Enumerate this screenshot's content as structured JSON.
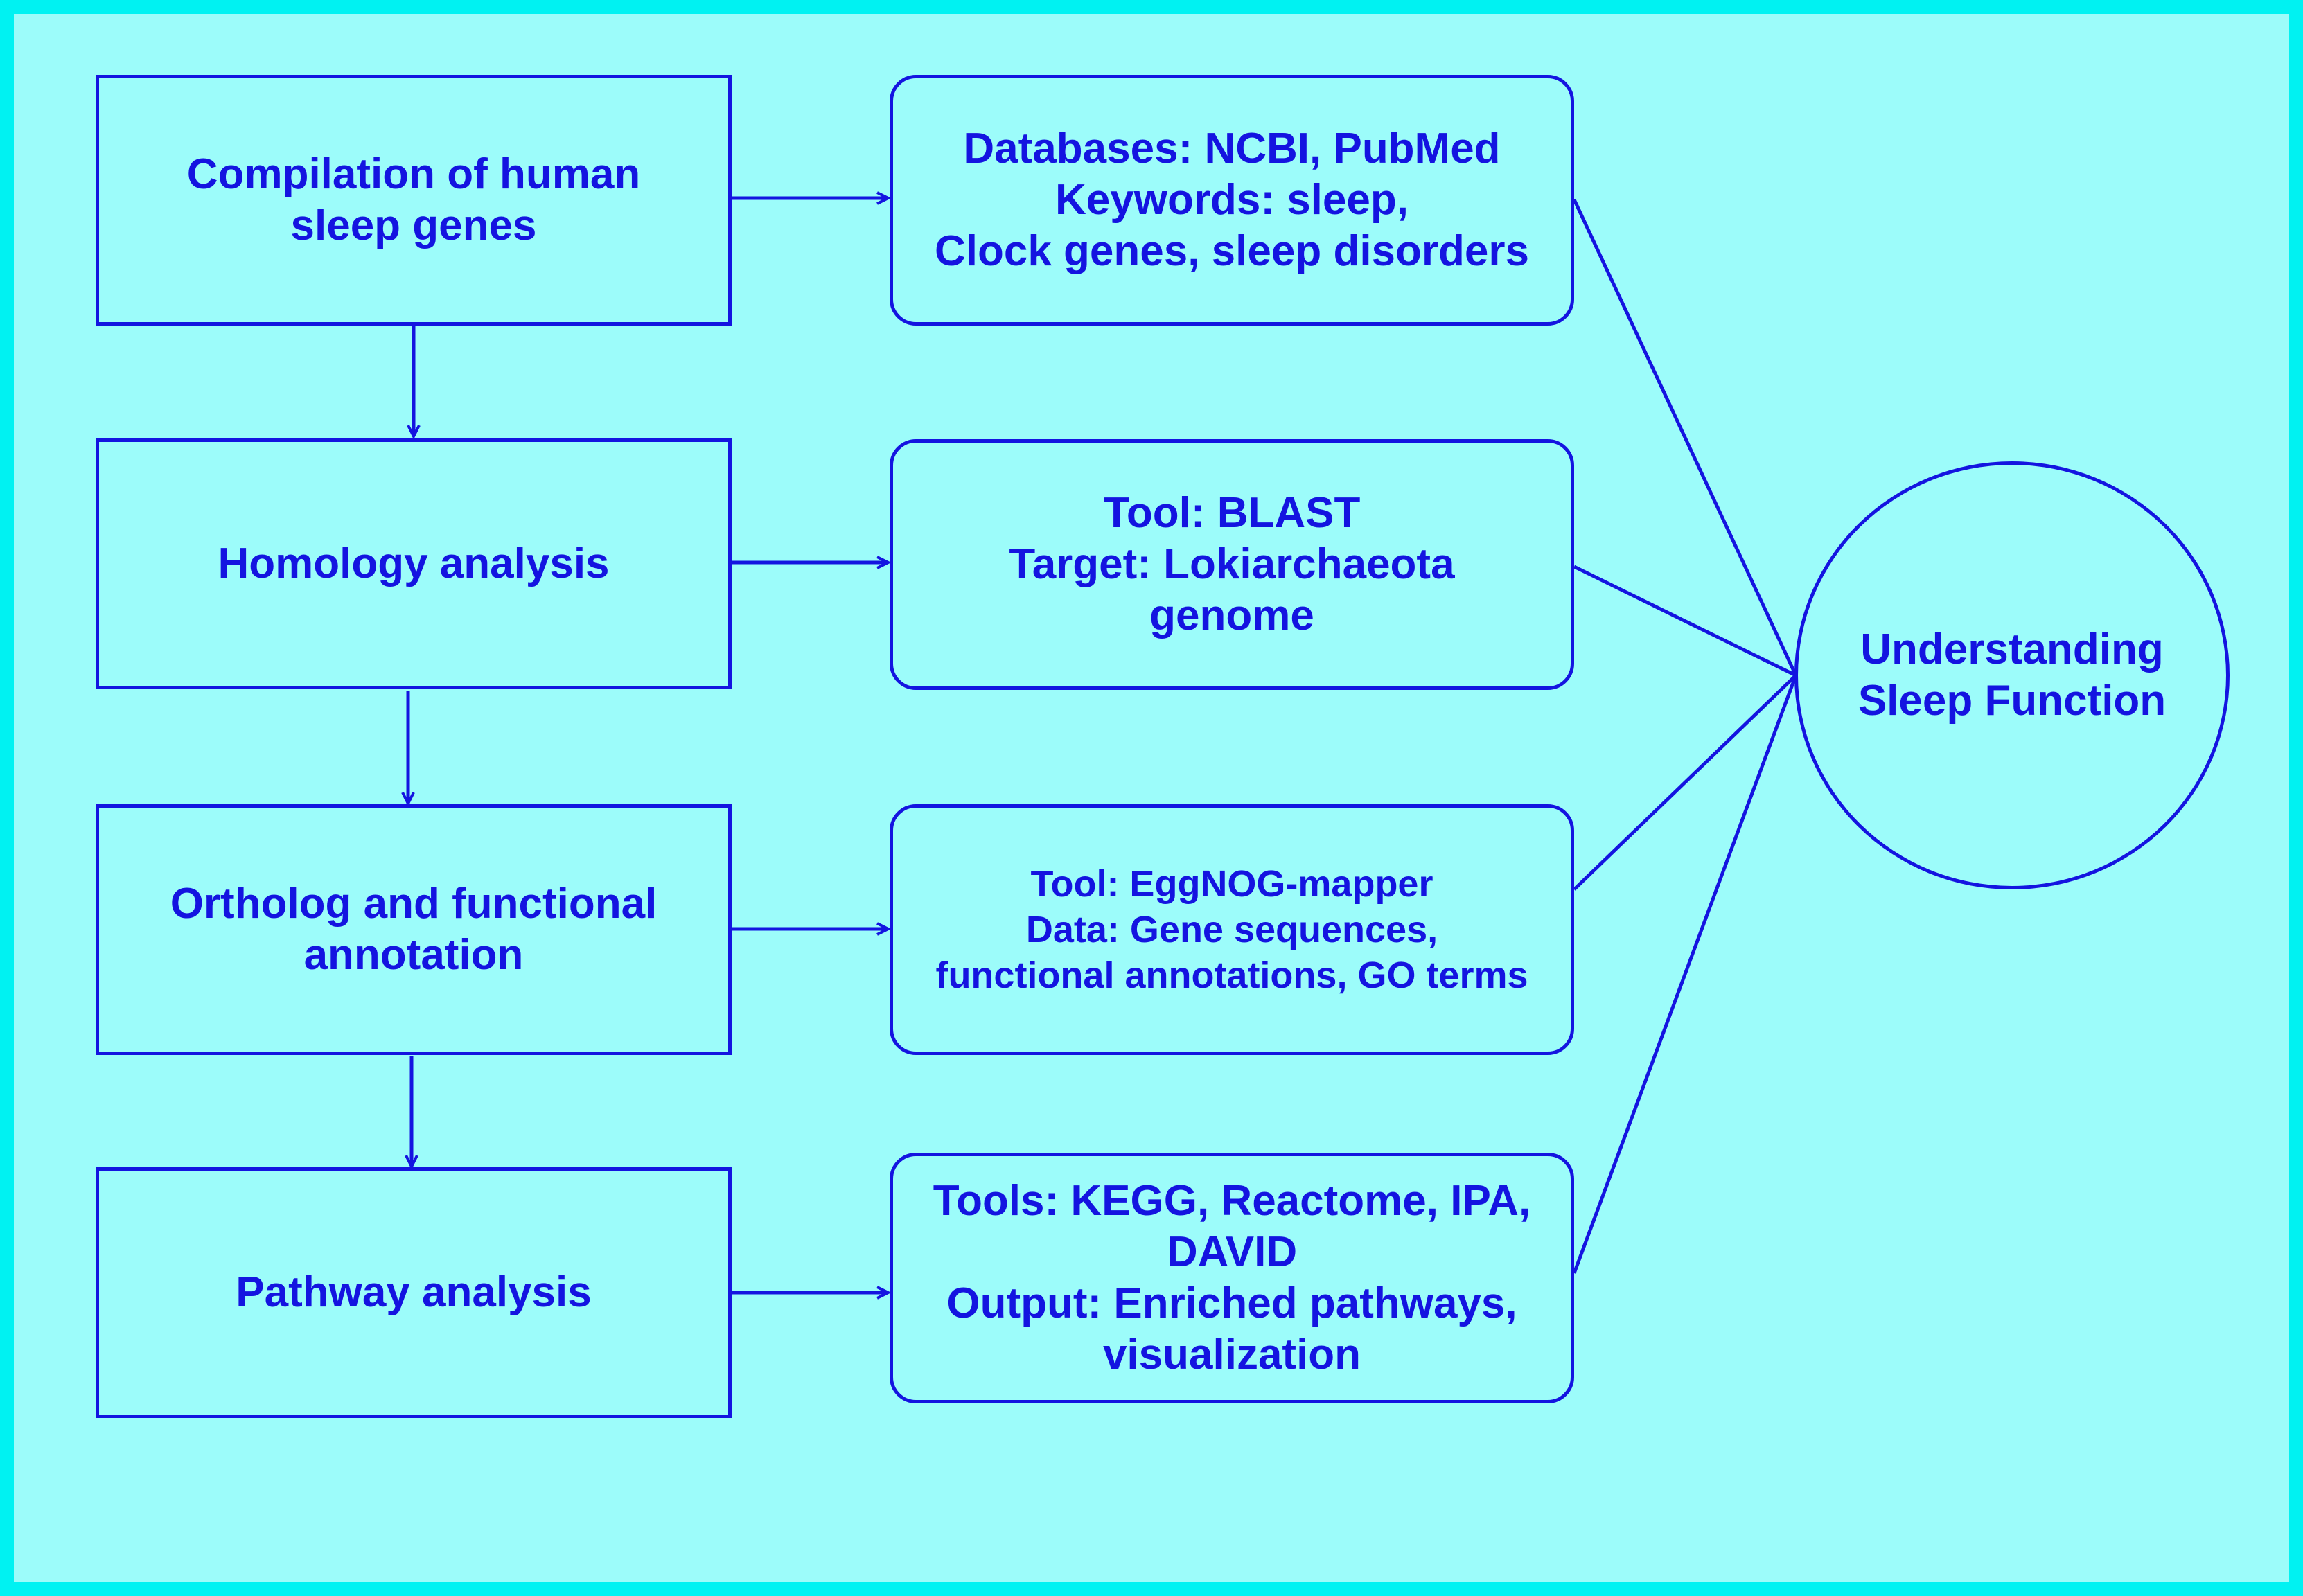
{
  "steps": [
    "Compilation of human\nsleep genes",
    "Homology analysis",
    "Ortholog and functional\nannotation",
    "Pathway analysis"
  ],
  "details": [
    "Databases: NCBI, PubMed\nKeywords: sleep,\nClock genes, sleep disorders",
    "Tool: BLAST\nTarget: Lokiarchaeota\ngenome",
    "Tool: EggNOG-mapper\nData: Gene sequences,\nfunctional annotations, GO terms",
    "Tools: KEGG, Reactome, IPA,\nDAVID\nOutput: Enriched pathways,\nvisualization"
  ],
  "goal": "Understanding\nSleep Function",
  "colors": {
    "outer_border": "#00f2f2",
    "background": "#9cfcfa",
    "stroke_and_text": "#1414e0"
  }
}
